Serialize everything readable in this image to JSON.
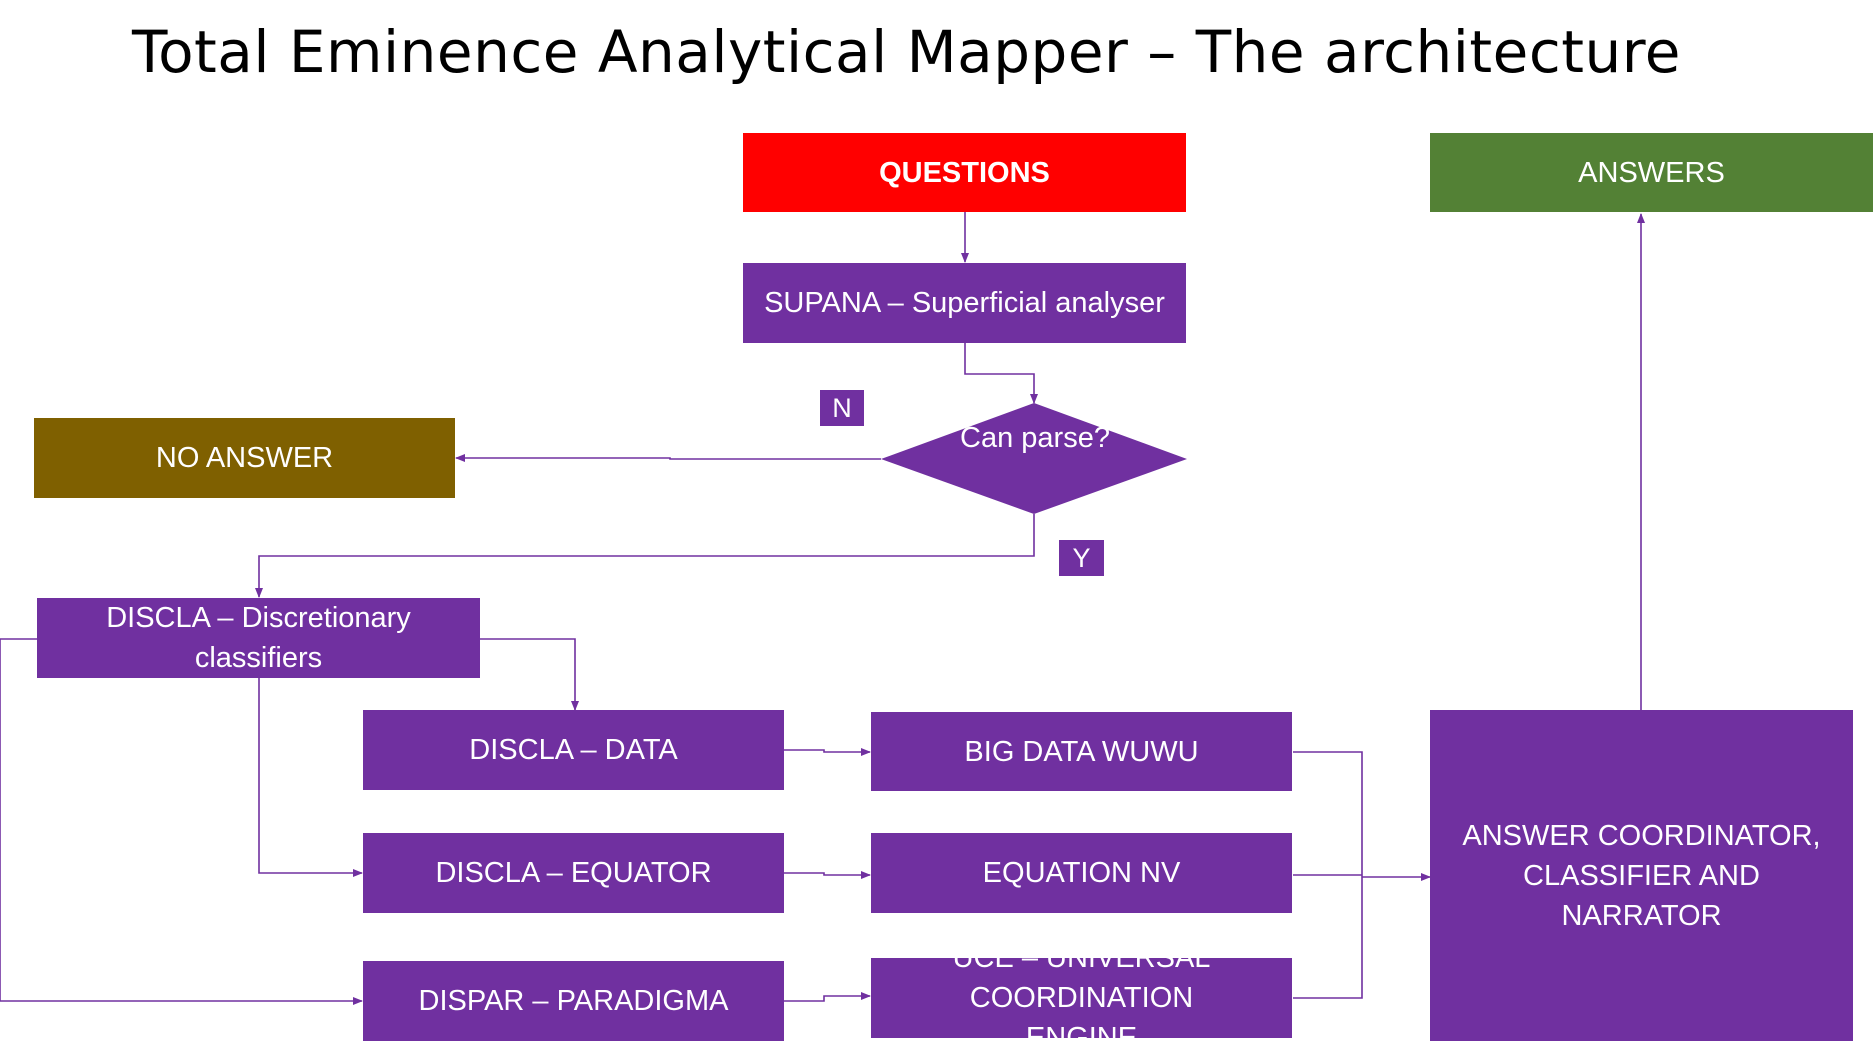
{
  "title": "Total Eminence Analytical Mapper – The architecture",
  "nodes": {
    "questions": "QUESTIONS",
    "answers": "ANSWERS",
    "supana": "SUPANA – Superficial analyser",
    "decision": "Can parse?",
    "no_answer": "NO ANSWER",
    "discla": "DISCLA – Discretionary classifiers",
    "discla_data": "DISCLA – DATA",
    "discla_equator": "DISCLA – EQUATOR",
    "dispar": "DISPAR – PARADIGMA",
    "big_data": "BIG DATA WUWU",
    "equation_nv": "EQUATION NV",
    "uce": "UCE – UNIVERSAL COORDINATION ENGINE",
    "coordinator": "ANSWER COORDINATOR, CLASSIFIER AND NARRATOR"
  },
  "branch_labels": {
    "no": "N",
    "yes": "Y"
  },
  "colors": {
    "questions": "#ff0000",
    "answers": "#538135",
    "no_answer": "#7f6000",
    "process": "#7030a0",
    "connector": "#7030a0"
  }
}
